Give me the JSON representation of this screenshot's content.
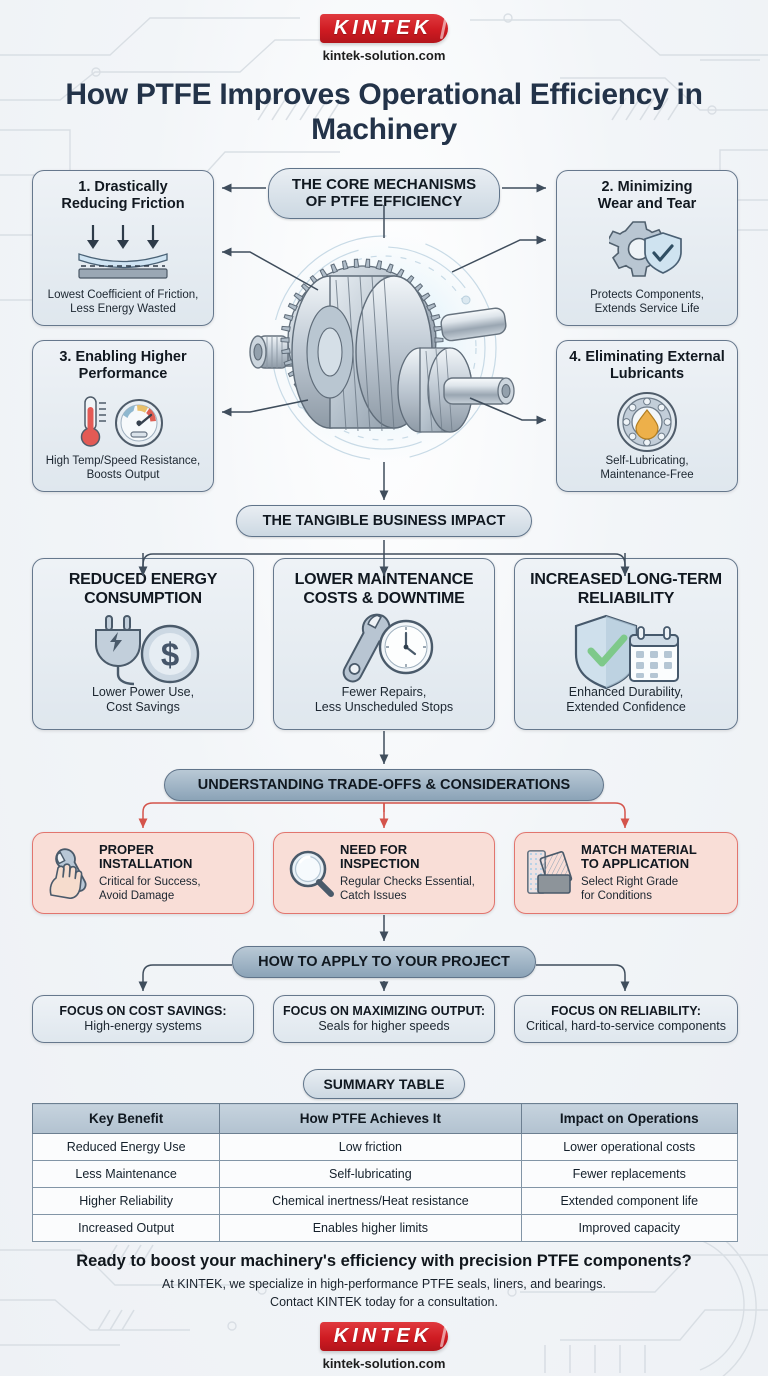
{
  "brand": {
    "logo_text": "KINTEK",
    "url": "kintek-solution.com"
  },
  "title": "How PTFE Improves Operational Efficiency in Machinery",
  "core": {
    "pill_line1": "THE CORE MECHANISMS",
    "pill_line2": "OF PTFE EFFICIENCY",
    "center_graphic": "gear-assembly-illustration",
    "cards": [
      {
        "title_line1": "1. Drastically",
        "title_line2": "Reducing Friction",
        "icon": "friction-arrows-icon",
        "sub_line1": "Lowest Coefficient of Friction,",
        "sub_line2": "Less Energy Wasted"
      },
      {
        "title_line1": "2. Minimizing",
        "title_line2": "Wear and Tear",
        "icon": "gear-shield-icon",
        "sub_line1": "Protects Components,",
        "sub_line2": "Extends Service Life"
      },
      {
        "title_line1": "3. Enabling Higher",
        "title_line2": "Performance",
        "icon": "thermometer-gauge-icon",
        "sub_line1": "High Temp/Speed Resistance,",
        "sub_line2": "Boosts Output"
      },
      {
        "title_line1": "4. Eliminating External",
        "title_line2": "Lubricants",
        "icon": "bearing-oil-drop-icon",
        "sub_line1": "Self-Lubricating,",
        "sub_line2": "Maintenance-Free"
      }
    ]
  },
  "impact": {
    "pill": "THE TANGIBLE BUSINESS IMPACT",
    "cards": [
      {
        "title_line1": "REDUCED ENERGY",
        "title_line2": "CONSUMPTION",
        "icon": "plug-dollar-icon",
        "sub_line1": "Lower Power Use,",
        "sub_line2": "Cost Savings"
      },
      {
        "title_line1": "LOWER MAINTENANCE",
        "title_line2": "COSTS & DOWNTIME",
        "icon": "wrench-clock-icon",
        "sub_line1": "Fewer Repairs,",
        "sub_line2": "Less Unscheduled Stops"
      },
      {
        "title_line1": "INCREASED LONG-TERM",
        "title_line2": "RELIABILITY",
        "icon": "shield-check-calendar-icon",
        "sub_line1": "Enhanced Durability,",
        "sub_line2": "Extended Confidence"
      }
    ]
  },
  "tradeoffs": {
    "pill": "UNDERSTANDING TRADE-OFFS & CONSIDERATIONS",
    "cards": [
      {
        "title_line1": "PROPER",
        "title_line2": "INSTALLATION",
        "icon": "hand-wrench-icon",
        "sub_line1": "Critical for Success,",
        "sub_line2": "Avoid Damage"
      },
      {
        "title_line1": "NEED FOR",
        "title_line2": "INSPECTION",
        "icon": "magnifier-icon",
        "sub_line1": "Regular Checks Essential,",
        "sub_line2": "Catch Issues"
      },
      {
        "title_line1": "MATCH MATERIAL",
        "title_line2": "TO APPLICATION",
        "icon": "material-swatches-icon",
        "sub_line1": "Select Right Grade",
        "sub_line2": "for Conditions"
      }
    ]
  },
  "apply": {
    "pill": "HOW TO APPLY TO YOUR PROJECT",
    "cards": [
      {
        "title": "FOCUS ON COST SAVINGS:",
        "sub": "High-energy systems"
      },
      {
        "title": "FOCUS ON MAXIMIZING OUTPUT:",
        "sub": "Seals for higher speeds"
      },
      {
        "title": "FOCUS ON RELIABILITY:",
        "sub": "Critical, hard-to-service components"
      }
    ]
  },
  "summary": {
    "pill": "SUMMARY TABLE",
    "headers": [
      "Key Benefit",
      "How PTFE Achieves It",
      "Impact on Operations"
    ],
    "rows": [
      [
        "Reduced Energy Use",
        "Low friction",
        "Lower operational costs"
      ],
      [
        "Less Maintenance",
        "Self-lubricating",
        "Fewer replacements"
      ],
      [
        "Higher Reliability",
        "Chemical inertness/Heat resistance",
        "Extended component life"
      ],
      [
        "Increased Output",
        "Enables higher limits",
        "Improved capacity"
      ]
    ]
  },
  "cta": {
    "headline": "Ready to boost your machinery's efficiency with precision PTFE components?",
    "line1": "At KINTEK, we specialize in high-performance PTFE seals, liners, and bearings.",
    "line2": "Contact KINTEK today for a consultation."
  },
  "colors": {
    "brand_red": "#cf1b22",
    "title_navy": "#233349",
    "card_border": "#66788d",
    "pink_card_bg": "#f9ded7",
    "pink_card_border": "#e2756e",
    "table_header_bg": "#b2c2d0",
    "connector": "#3f4d5c",
    "connector_red": "#d4534b"
  }
}
